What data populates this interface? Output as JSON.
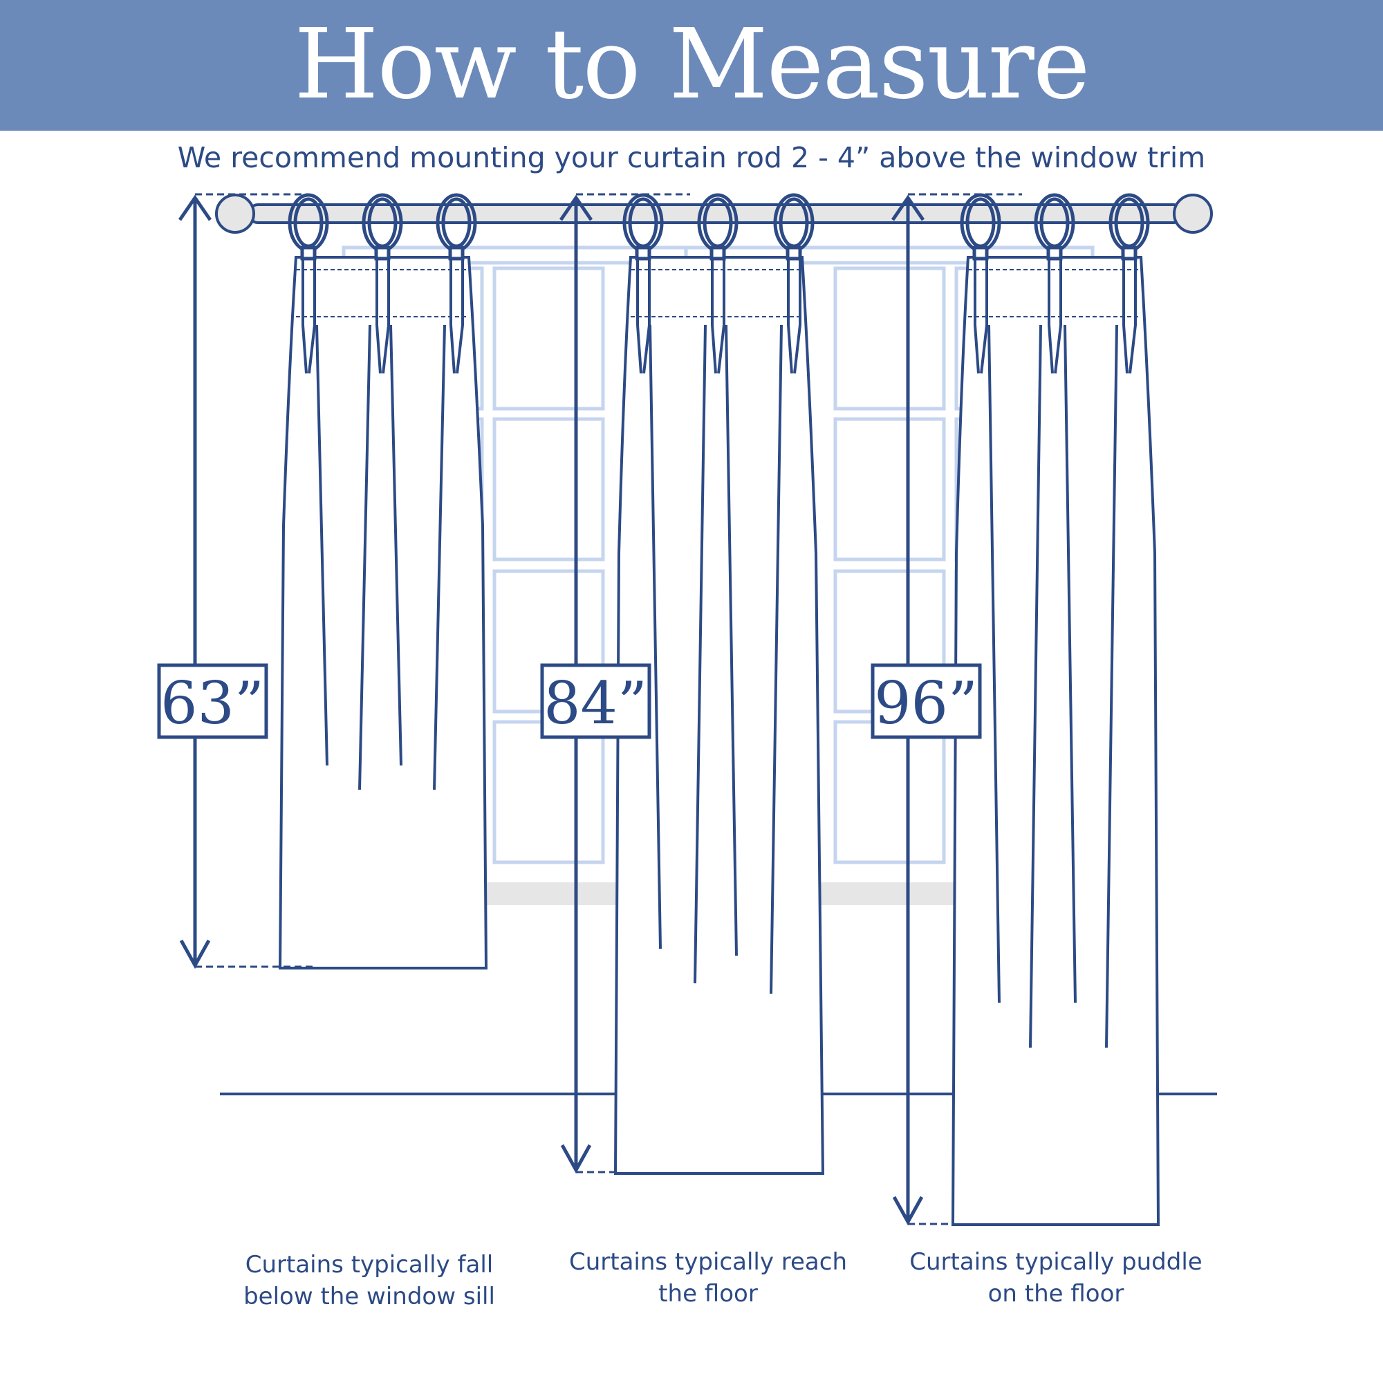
{
  "header": {
    "title": "How to Measure",
    "background_color": "#6b8aba"
  },
  "subtitle": "We recommend mounting your curtain rod 2 - 4” above the window trim",
  "colors": {
    "line": "#2c4a85",
    "window": "#c5d5ef",
    "sill": "#e6e6e6"
  },
  "measurements": [
    {
      "label": "63”",
      "caption_line1": "Curtains typically fall",
      "caption_line2": "below the window sill"
    },
    {
      "label": "84”",
      "caption_line1": "Curtains typically reach",
      "caption_line2": "the floor"
    },
    {
      "label": "96”",
      "caption_line1": "Curtains typically puddle",
      "caption_line2": "on the floor"
    }
  ]
}
